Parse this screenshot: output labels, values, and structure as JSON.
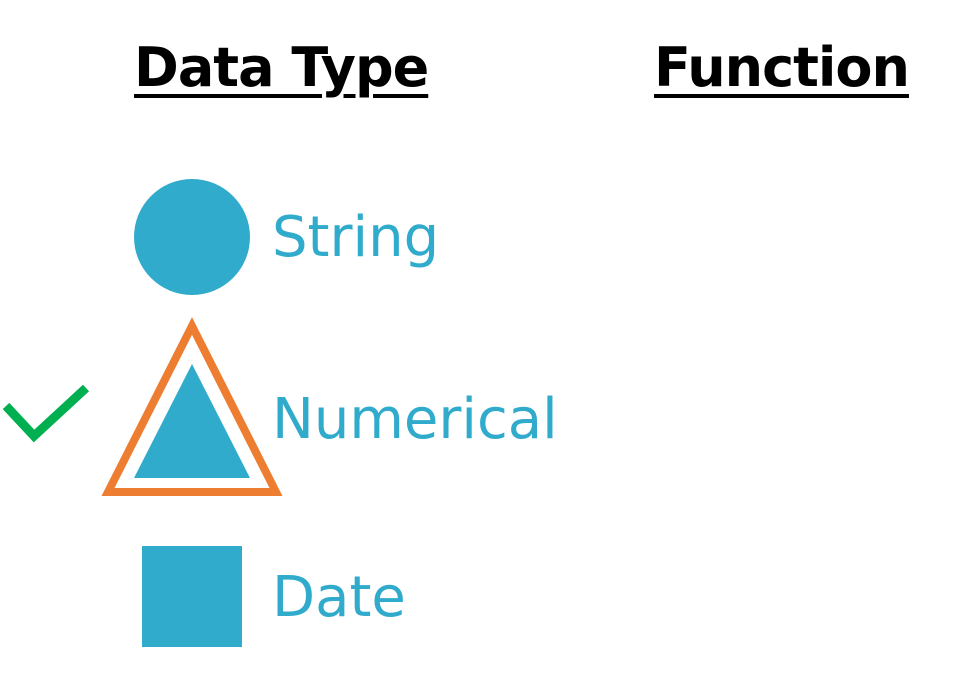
{
  "headings": {
    "data_type": "Data Type",
    "function": "Function"
  },
  "items": [
    {
      "label": "String",
      "icon": "circle-icon"
    },
    {
      "label": "Numerical",
      "icon": "triangle-icon",
      "selected": true
    },
    {
      "label": "Date",
      "icon": "square-icon"
    }
  ],
  "colors": {
    "shape_fill": "#31ABCC",
    "label_text": "#31ABCC",
    "selection_outline": "#ED7D31",
    "check_mark": "#00B050",
    "heading_text": "#000000"
  }
}
